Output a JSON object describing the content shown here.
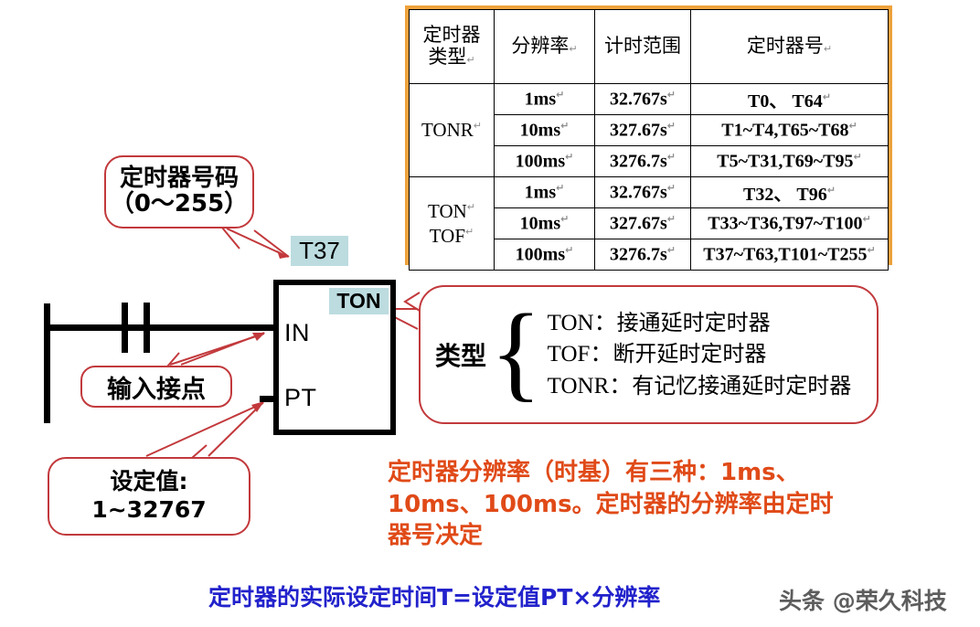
{
  "table": {
    "headers": [
      "定时器类型",
      "分辨率",
      "计时范围",
      "定时器号"
    ],
    "header_lines": {
      "type_l1": "定时器",
      "type_l2": "类型"
    },
    "groups": [
      {
        "type": "TONR",
        "type_lines": [
          "TONR"
        ],
        "rows": [
          {
            "resolution": "1ms",
            "range": "32.767s",
            "numbers": "T0、 T64"
          },
          {
            "resolution": "10ms",
            "range": "327.67s",
            "numbers": "T1~T4,T65~T68"
          },
          {
            "resolution": "100ms",
            "range": "3276.7s",
            "numbers": "T5~T31,T69~T95"
          }
        ]
      },
      {
        "type": "TON TOF",
        "type_lines": [
          "TON",
          "TOF"
        ],
        "rows": [
          {
            "resolution": "1ms",
            "range": "32.767s",
            "numbers": "T32、 T96"
          },
          {
            "resolution": "10ms",
            "range": "327.67s",
            "numbers": "T33~T36,T97~T100"
          },
          {
            "resolution": "100ms",
            "range": "3276.7s",
            "numbers": "T37~T63,T101~T255"
          }
        ]
      }
    ],
    "pilcrow": "↵",
    "border_color": "#EFA23C"
  },
  "ladder": {
    "timer_number_badge": "T37",
    "timer_type_badge": "TON",
    "pin_in": "IN",
    "pin_pt": "PT",
    "badge_color": "#BCDCE0"
  },
  "callouts": {
    "number": {
      "line1": "定时器号码",
      "line2": "（0～255）"
    },
    "input": {
      "line1": "输入接点"
    },
    "setvalue": {
      "line1": "设定值:",
      "line2": "1~32767"
    },
    "type": {
      "label": "类型",
      "brace": "{",
      "items": [
        {
          "code": "TON：",
          "desc": "接通延时定时器"
        },
        {
          "code": "TOF：",
          "desc": "断开延时定时器"
        },
        {
          "code": "TONR：",
          "desc": "有记忆接通延时定时器"
        }
      ]
    },
    "border_color": "#C2393C"
  },
  "notes": {
    "resolution_note_line1": "定时器分辨率（时基）有三种：1ms、",
    "resolution_note_line2": "10ms、100ms。定时器的分辨率由定时",
    "resolution_note_line3": "器号决定",
    "resolution_note_color": "#E04A18",
    "formula": "定时器的实际设定时间T=设定值PT×分辨率",
    "formula_color": "#2222CC",
    "watermark": "头条 @荣久科技"
  }
}
